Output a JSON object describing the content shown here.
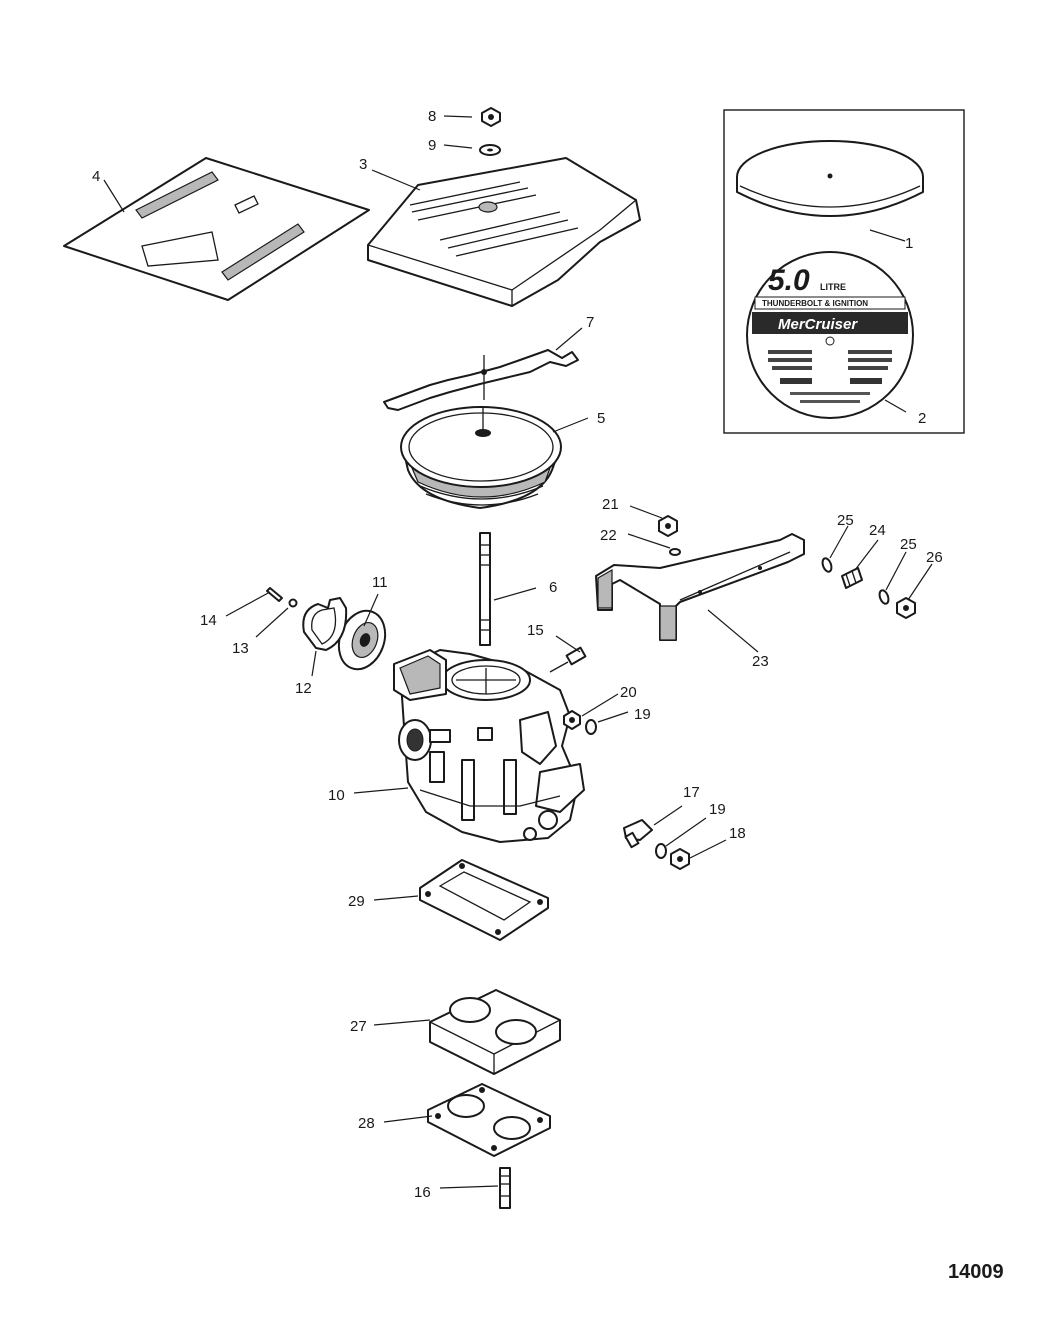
{
  "figure_number": "14009",
  "decal": {
    "displacement": "5.0",
    "unit": "LITRE",
    "subtitle": "THUNDERBOLT & IGNITION",
    "brand": "MerCruiser"
  },
  "callouts": [
    {
      "id": "c1",
      "label": "1"
    },
    {
      "id": "c2",
      "label": "2"
    },
    {
      "id": "c3",
      "label": "3"
    },
    {
      "id": "c4",
      "label": "4"
    },
    {
      "id": "c5",
      "label": "5"
    },
    {
      "id": "c6",
      "label": "6"
    },
    {
      "id": "c7",
      "label": "7"
    },
    {
      "id": "c8",
      "label": "8"
    },
    {
      "id": "c9",
      "label": "9"
    },
    {
      "id": "c10",
      "label": "10"
    },
    {
      "id": "c11",
      "label": "11"
    },
    {
      "id": "c12",
      "label": "12"
    },
    {
      "id": "c13",
      "label": "13"
    },
    {
      "id": "c14",
      "label": "14"
    },
    {
      "id": "c15",
      "label": "15"
    },
    {
      "id": "c16",
      "label": "16"
    },
    {
      "id": "c17",
      "label": "17"
    },
    {
      "id": "c18",
      "label": "18"
    },
    {
      "id": "c19a",
      "label": "19"
    },
    {
      "id": "c19b",
      "label": "19"
    },
    {
      "id": "c20",
      "label": "20"
    },
    {
      "id": "c21",
      "label": "21"
    },
    {
      "id": "c22",
      "label": "22"
    },
    {
      "id": "c23",
      "label": "23"
    },
    {
      "id": "c24",
      "label": "24"
    },
    {
      "id": "c25a",
      "label": "25"
    },
    {
      "id": "c25b",
      "label": "25"
    },
    {
      "id": "c26",
      "label": "26"
    },
    {
      "id": "c27",
      "label": "27"
    },
    {
      "id": "c28",
      "label": "28"
    },
    {
      "id": "c29",
      "label": "29"
    }
  ]
}
